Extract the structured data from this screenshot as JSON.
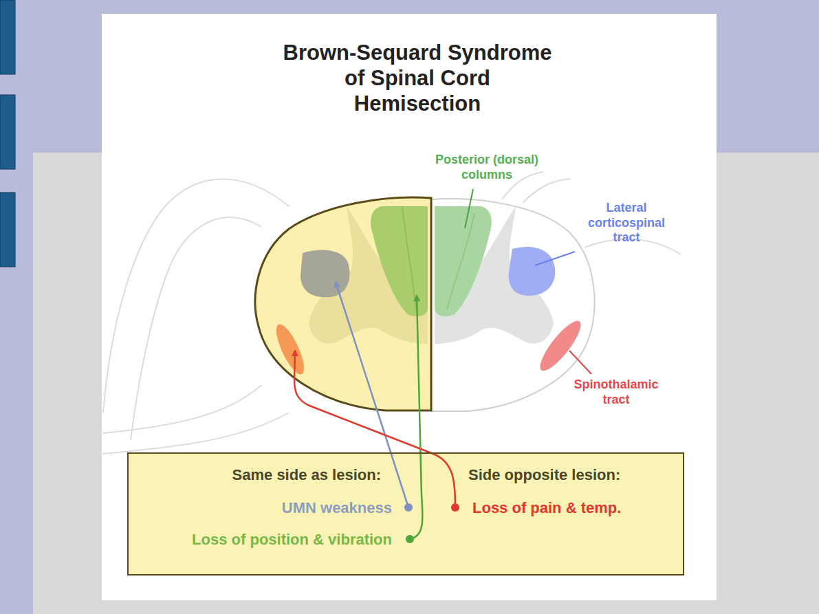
{
  "diagram": {
    "title": "Brown-Sequard Syndrome of Spinal Cord Hemisection",
    "nodes": [
      {
        "text": [
          "Same side as lesion:",
          "UMN weakness",
          "Loss of position & vibration",
          "Side opposite lesion:",
          "Loss of pain & temp."
        ]
      }
    ],
    "labels": [
      "Posterior (dorsal) columns",
      "Lateral corticospinal tract",
      "Spinothalamic tract"
    ]
  }
}
